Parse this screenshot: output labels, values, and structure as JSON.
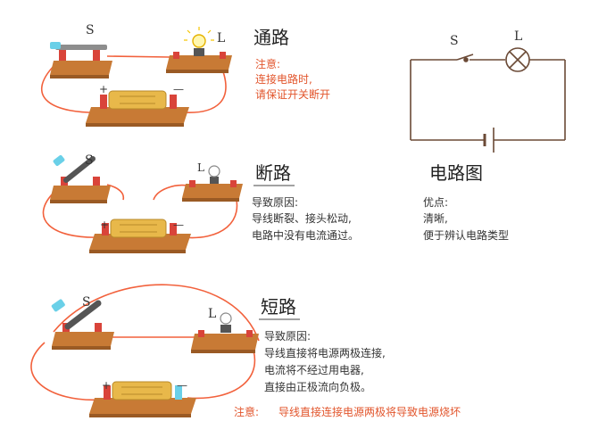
{
  "colors": {
    "wire": "#f2613c",
    "board": "#c87a35",
    "board_dark": "#9a5a24",
    "battery": "#e8b84a",
    "accent_red": "#e2552c",
    "text": "#333333",
    "schematic": "#6b4a36"
  },
  "labels": {
    "switch": "S",
    "lamp": "L",
    "plus": "+",
    "minus": "—"
  },
  "sections": {
    "closed": {
      "title": "通路",
      "note_heading": "注意:",
      "note_lines": [
        "连接电路时,",
        "请保证开关断开"
      ]
    },
    "open": {
      "title": "断路",
      "cause_heading": "导致原因:",
      "cause_lines": [
        "导线断裂、接头松动,",
        "电路中没有电流通过。"
      ]
    },
    "short": {
      "title": "短路",
      "cause_heading": "导致原因:",
      "cause_lines": [
        "导线直接将电源两极连接,",
        "电流将不经过用电器,",
        "直接由正极流向负极。"
      ],
      "warning_label": "注意:",
      "warning_text": "导线直接连接电源两极将导致电源烧坏"
    },
    "schematic": {
      "title": "电路图",
      "adv_heading": "优点:",
      "adv_lines": [
        "清晰,",
        "便于辨认电路类型"
      ]
    }
  }
}
